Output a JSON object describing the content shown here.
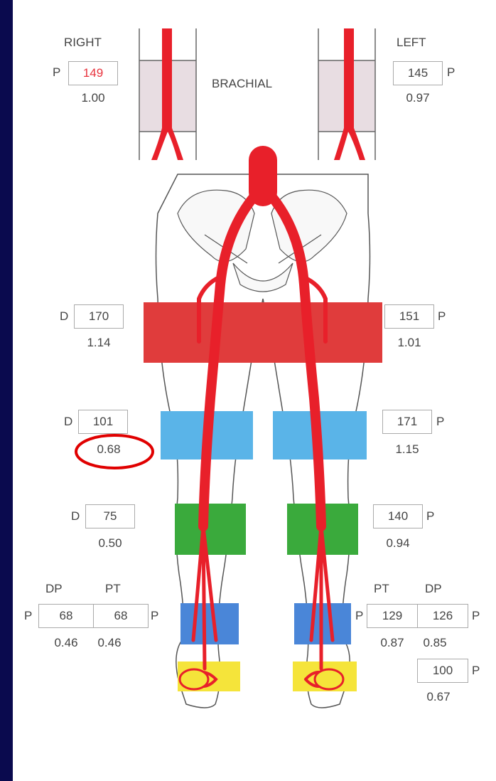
{
  "brachial": {
    "right_label": "RIGHT",
    "left_label": "LEFT",
    "title": "BRACHIAL",
    "right": {
      "letter": "P",
      "pressure": "149",
      "index": "1.00"
    },
    "left": {
      "letter": "P",
      "pressure": "145",
      "index": "0.97"
    }
  },
  "high_thigh": {
    "right": {
      "letter": "D",
      "pressure": "170",
      "index": "1.14"
    },
    "left": {
      "letter": "P",
      "pressure": "151",
      "index": "1.01"
    }
  },
  "above_knee": {
    "right": {
      "letter": "D",
      "pressure": "101",
      "index": "0.68"
    },
    "left": {
      "letter": "P",
      "pressure": "171",
      "index": "1.15"
    }
  },
  "below_knee": {
    "right": {
      "letter": "D",
      "pressure": "75",
      "index": "0.50"
    },
    "left": {
      "letter": "P",
      "pressure": "140",
      "index": "0.94"
    }
  },
  "ankle": {
    "right": {
      "dp_label": "DP",
      "pt_label": "PT",
      "left_letter": "P",
      "right_letter": "P",
      "dp_pressure": "68",
      "pt_pressure": "68",
      "dp_index": "0.46",
      "pt_index": "0.46"
    },
    "left": {
      "pt_label": "PT",
      "dp_label": "DP",
      "left_letter": "P",
      "right_letter": "P",
      "pt_pressure": "129",
      "dp_pressure": "126",
      "pt_index": "0.87",
      "dp_index": "0.85"
    }
  },
  "toe": {
    "left": {
      "letter": "P",
      "pressure": "100",
      "index": "0.67"
    }
  },
  "colors": {
    "artery": "#e8202a",
    "thigh_band": "#e03c3c",
    "calf_band": "#5ab4e8",
    "knee_band": "#3aaa3c",
    "ankle_band": "#4a86d8",
    "foot_band": "#f5e43a",
    "highlight_circle": "#e00000",
    "background": "#0a0a4e"
  }
}
